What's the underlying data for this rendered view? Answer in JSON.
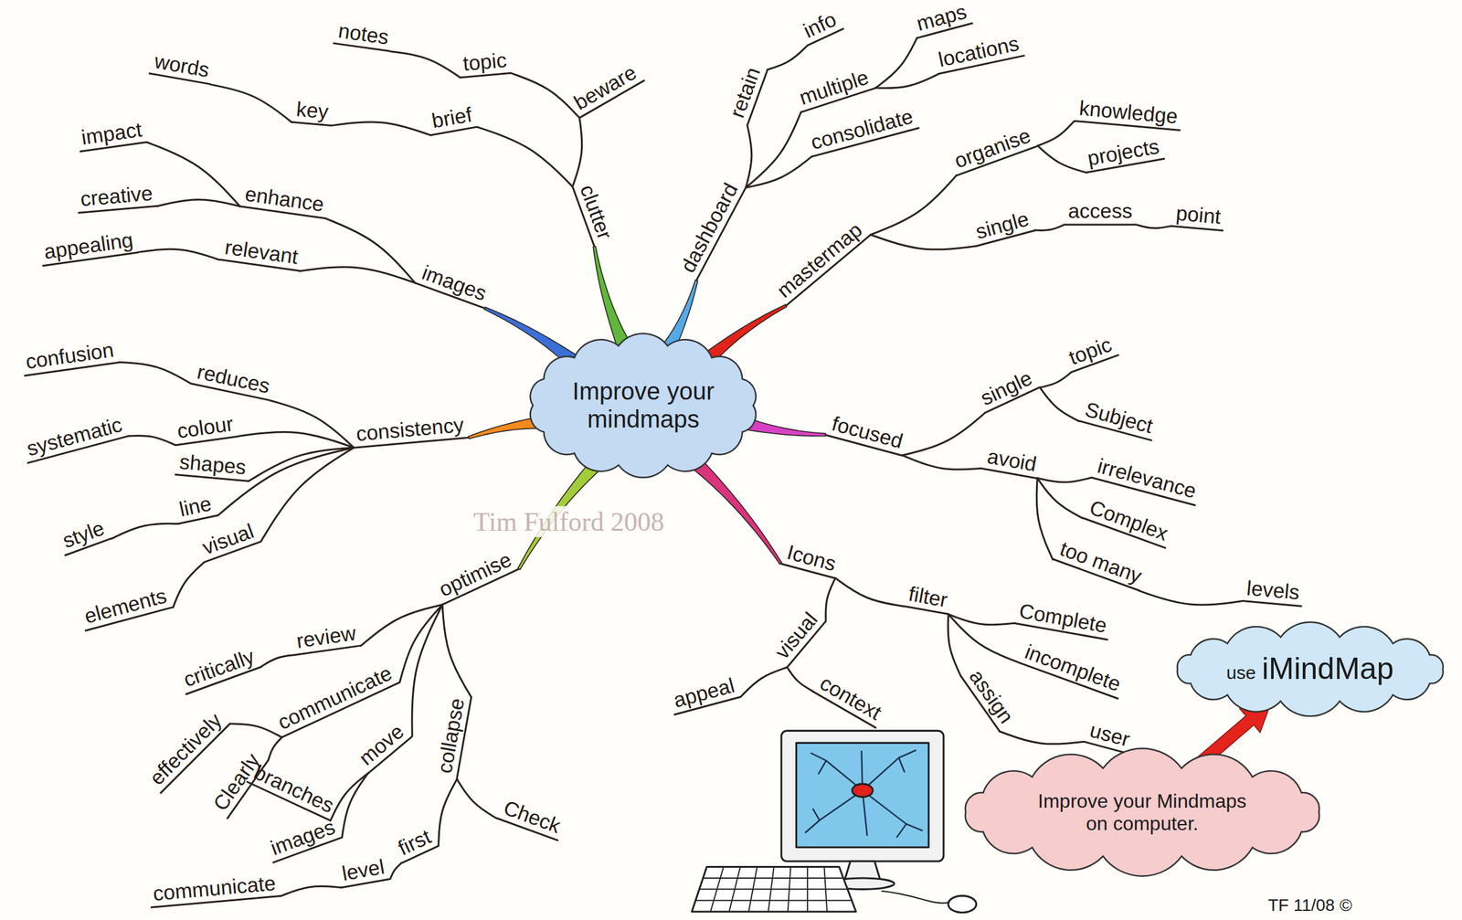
{
  "diagram": {
    "nodes": [
      {
        "text": [
          "Improve your mindmaps"
        ]
      },
      {
        "text": [
          "clutter"
        ]
      },
      {
        "text": [
          "beware"
        ]
      },
      {
        "text": [
          "topic"
        ]
      },
      {
        "text": [
          "notes"
        ]
      },
      {
        "text": [
          "brief"
        ]
      },
      {
        "text": [
          "key"
        ]
      },
      {
        "text": [
          "words"
        ]
      },
      {
        "text": [
          "images"
        ]
      },
      {
        "text": [
          "relevant"
        ]
      },
      {
        "text": [
          "appealing"
        ]
      },
      {
        "text": [
          "enhance"
        ]
      },
      {
        "text": [
          "creative"
        ]
      },
      {
        "text": [
          "impact"
        ]
      },
      {
        "text": [
          "consistency"
        ]
      },
      {
        "text": [
          "reduces"
        ]
      },
      {
        "text": [
          "confusion"
        ]
      },
      {
        "text": [
          "colour"
        ]
      },
      {
        "text": [
          "systematic"
        ]
      },
      {
        "text": [
          "shapes"
        ]
      },
      {
        "text": [
          "line"
        ]
      },
      {
        "text": [
          "style"
        ]
      },
      {
        "text": [
          "visual"
        ]
      },
      {
        "text": [
          "elements"
        ]
      },
      {
        "text": [
          "optimise"
        ]
      },
      {
        "text": [
          "review"
        ]
      },
      {
        "text": [
          "critically"
        ]
      },
      {
        "text": [
          "communicate"
        ]
      },
      {
        "text": [
          "effectively"
        ]
      },
      {
        "text": [
          "Clearly"
        ]
      },
      {
        "text": [
          "move"
        ]
      },
      {
        "text": [
          "branches"
        ]
      },
      {
        "text": [
          "images"
        ]
      },
      {
        "text": [
          "collapse"
        ]
      },
      {
        "text": [
          "Check"
        ]
      },
      {
        "text": [
          "first"
        ]
      },
      {
        "text": [
          "level"
        ]
      },
      {
        "text": [
          "communicate"
        ]
      },
      {
        "text": [
          "dashboard"
        ]
      },
      {
        "text": [
          "retain"
        ]
      },
      {
        "text": [
          "info"
        ]
      },
      {
        "text": [
          "multiple"
        ]
      },
      {
        "text": [
          "maps"
        ]
      },
      {
        "text": [
          "locations"
        ]
      },
      {
        "text": [
          "consolidate"
        ]
      },
      {
        "text": [
          "mastermap"
        ]
      },
      {
        "text": [
          "organise"
        ]
      },
      {
        "text": [
          "knowledge"
        ]
      },
      {
        "text": [
          "projects"
        ]
      },
      {
        "text": [
          "single"
        ]
      },
      {
        "text": [
          "access"
        ]
      },
      {
        "text": [
          "point"
        ]
      },
      {
        "text": [
          "focused"
        ]
      },
      {
        "text": [
          "single"
        ]
      },
      {
        "text": [
          "topic"
        ]
      },
      {
        "text": [
          "Subject"
        ]
      },
      {
        "text": [
          "avoid"
        ]
      },
      {
        "text": [
          "irrelevance"
        ]
      },
      {
        "text": [
          "Complex"
        ]
      },
      {
        "text": [
          "too many"
        ]
      },
      {
        "text": [
          "levels"
        ]
      },
      {
        "text": [
          "Icons"
        ]
      },
      {
        "text": [
          "filter"
        ]
      },
      {
        "text": [
          "Complete"
        ]
      },
      {
        "text": [
          "incomplete"
        ]
      },
      {
        "text": [
          "assign"
        ]
      },
      {
        "text": [
          "user"
        ]
      },
      {
        "text": [
          "visual"
        ]
      },
      {
        "text": [
          "appeal"
        ]
      },
      {
        "text": [
          "context"
        ]
      },
      {
        "text": [
          "Improve your Mindmaps on computer."
        ]
      },
      {
        "text": [
          "use",
          "iMindMap"
        ]
      }
    ],
    "edges": [
      {
        "from": 0,
        "to": 1,
        "arrow": "none"
      },
      {
        "from": 1,
        "to": 2,
        "arrow": "none"
      },
      {
        "from": 2,
        "to": 3,
        "arrow": "none"
      },
      {
        "from": 3,
        "to": 4,
        "arrow": "none"
      },
      {
        "from": 1,
        "to": 5,
        "arrow": "none"
      },
      {
        "from": 5,
        "to": 6,
        "arrow": "none"
      },
      {
        "from": 6,
        "to": 7,
        "arrow": "none"
      },
      {
        "from": 0,
        "to": 8,
        "arrow": "none"
      },
      {
        "from": 8,
        "to": 9,
        "arrow": "none"
      },
      {
        "from": 9,
        "to": 10,
        "arrow": "none"
      },
      {
        "from": 8,
        "to": 11,
        "arrow": "none"
      },
      {
        "from": 11,
        "to": 12,
        "arrow": "none"
      },
      {
        "from": 11,
        "to": 13,
        "arrow": "none"
      },
      {
        "from": 0,
        "to": 14,
        "arrow": "none"
      },
      {
        "from": 14,
        "to": 15,
        "arrow": "none"
      },
      {
        "from": 15,
        "to": 16,
        "arrow": "none"
      },
      {
        "from": 14,
        "to": 17,
        "arrow": "none"
      },
      {
        "from": 17,
        "to": 18,
        "arrow": "none"
      },
      {
        "from": 14,
        "to": 19,
        "arrow": "none"
      },
      {
        "from": 14,
        "to": 20,
        "arrow": "none"
      },
      {
        "from": 20,
        "to": 21,
        "arrow": "none"
      },
      {
        "from": 14,
        "to": 22,
        "arrow": "none"
      },
      {
        "from": 22,
        "to": 23,
        "arrow": "none"
      },
      {
        "from": 0,
        "to": 24,
        "arrow": "none"
      },
      {
        "from": 24,
        "to": 25,
        "arrow": "none"
      },
      {
        "from": 25,
        "to": 26,
        "arrow": "none"
      },
      {
        "from": 24,
        "to": 27,
        "arrow": "none"
      },
      {
        "from": 27,
        "to": 28,
        "arrow": "none"
      },
      {
        "from": 27,
        "to": 29,
        "arrow": "none"
      },
      {
        "from": 24,
        "to": 30,
        "arrow": "none"
      },
      {
        "from": 30,
        "to": 31,
        "arrow": "none"
      },
      {
        "from": 30,
        "to": 32,
        "arrow": "none"
      },
      {
        "from": 24,
        "to": 33,
        "arrow": "none"
      },
      {
        "from": 33,
        "to": 34,
        "arrow": "none"
      },
      {
        "from": 33,
        "to": 35,
        "arrow": "none"
      },
      {
        "from": 35,
        "to": 36,
        "arrow": "none"
      },
      {
        "from": 36,
        "to": 37,
        "arrow": "none"
      },
      {
        "from": 0,
        "to": 38,
        "arrow": "none"
      },
      {
        "from": 38,
        "to": 39,
        "arrow": "none"
      },
      {
        "from": 39,
        "to": 40,
        "arrow": "none"
      },
      {
        "from": 38,
        "to": 41,
        "arrow": "none"
      },
      {
        "from": 41,
        "to": 42,
        "arrow": "none"
      },
      {
        "from": 41,
        "to": 43,
        "arrow": "none"
      },
      {
        "from": 38,
        "to": 44,
        "arrow": "none"
      },
      {
        "from": 0,
        "to": 45,
        "arrow": "none"
      },
      {
        "from": 45,
        "to": 46,
        "arrow": "none"
      },
      {
        "from": 46,
        "to": 47,
        "arrow": "none"
      },
      {
        "from": 46,
        "to": 48,
        "arrow": "none"
      },
      {
        "from": 45,
        "to": 49,
        "arrow": "none"
      },
      {
        "from": 49,
        "to": 50,
        "arrow": "none"
      },
      {
        "from": 50,
        "to": 51,
        "arrow": "none"
      },
      {
        "from": 0,
        "to": 52,
        "arrow": "none"
      },
      {
        "from": 52,
        "to": 53,
        "arrow": "none"
      },
      {
        "from": 53,
        "to": 54,
        "arrow": "none"
      },
      {
        "from": 53,
        "to": 55,
        "arrow": "none"
      },
      {
        "from": 52,
        "to": 56,
        "arrow": "none"
      },
      {
        "from": 56,
        "to": 57,
        "arrow": "none"
      },
      {
        "from": 56,
        "to": 58,
        "arrow": "none"
      },
      {
        "from": 56,
        "to": 59,
        "arrow": "none"
      },
      {
        "from": 59,
        "to": 60,
        "arrow": "none"
      },
      {
        "from": 0,
        "to": 61,
        "arrow": "none"
      },
      {
        "from": 61,
        "to": 62,
        "arrow": "none"
      },
      {
        "from": 62,
        "to": 63,
        "arrow": "none"
      },
      {
        "from": 62,
        "to": 64,
        "arrow": "none"
      },
      {
        "from": 62,
        "to": 65,
        "arrow": "none"
      },
      {
        "from": 65,
        "to": 66,
        "arrow": "none"
      },
      {
        "from": 61,
        "to": 67,
        "arrow": "none"
      },
      {
        "from": 67,
        "to": 68,
        "arrow": "none"
      },
      {
        "from": 67,
        "to": 69,
        "arrow": "none"
      },
      {
        "from": 70,
        "to": 71,
        "arrow": "to"
      }
    ],
    "labels": [
      "Tim Fulford 2008",
      "TF 11/08 ©"
    ]
  }
}
